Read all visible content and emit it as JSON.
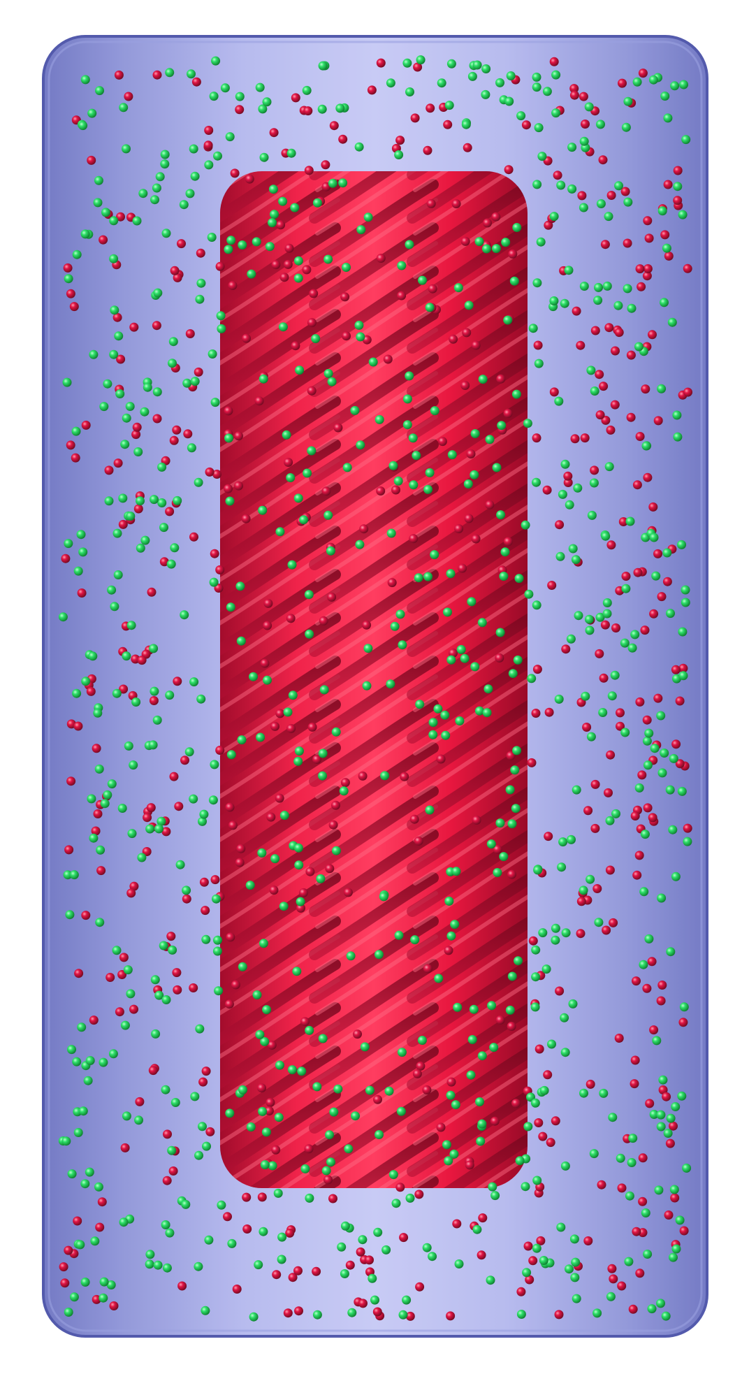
{
  "scene": {
    "colors": {
      "background": "#ffffff",
      "solvent_box": "#7f86cc",
      "solvent_box_edge": "#4a52a8",
      "solvent_box_inner_glow": "#c9ccf3",
      "dna_bundle": "#e0123a",
      "dna_bundle_dark": "#9e0a29",
      "dna_bundle_highlight": "#ff5a74",
      "ion_green": "#2fe06a",
      "ion_green_dark": "#0f8a33",
      "ion_red": "#e01545",
      "ion_red_dark": "#7d0a22"
    },
    "objects": [
      {
        "name": "solvent-box",
        "description_color": "solvent_box"
      },
      {
        "name": "dna-helix-bundle",
        "description_color": "dna_bundle",
        "helix_count": 3
      },
      {
        "name": "ion-cloud-green",
        "description_color": "ion_green"
      },
      {
        "name": "ion-cloud-red",
        "description_color": "ion_red"
      }
    ]
  }
}
